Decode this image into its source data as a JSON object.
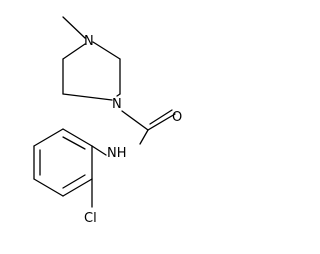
{
  "molecule": {
    "atoms": {
      "n_methyl": "N",
      "n_amide_ring": "N",
      "o_carbonyl": "O",
      "nh_amide": "NH",
      "cl": "Cl"
    }
  },
  "colors": {
    "bond": "#000000",
    "label": "#000000",
    "background": "#ffffff"
  }
}
